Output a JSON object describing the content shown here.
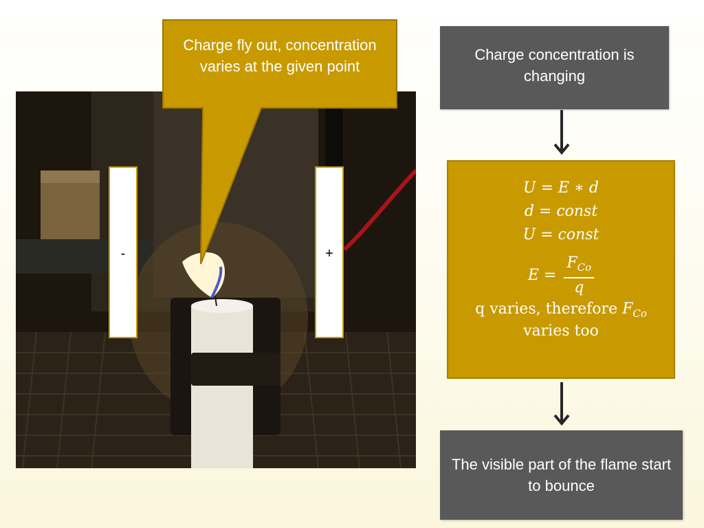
{
  "callout": {
    "text": "Charge fly out, concentration varies at the given point"
  },
  "electrodes": {
    "negative_label": "-",
    "positive_label": "+"
  },
  "flow": {
    "box1": "Charge concentration is changing",
    "equations": {
      "line1": "U = E ∗ d",
      "line2": "d = const",
      "line3": "U = const",
      "line4_lhs": "E =",
      "line4_num": "F",
      "line4_num_sub": "Co",
      "line4_den": "q",
      "line5_text": "q varies, therefore ",
      "line5_var": "F",
      "line5_var_sub": "Co",
      "line6": "varies too"
    },
    "box3": "The visible part of the flame start to bounce"
  },
  "colors": {
    "gold": "#c89a00",
    "gray": "#595959",
    "arrow": "#262626"
  }
}
